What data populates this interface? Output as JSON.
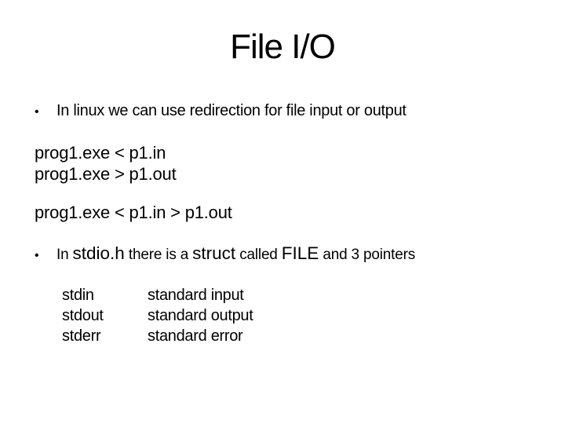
{
  "slide": {
    "title": "File I/O",
    "bullet_char": "•",
    "bullet1": {
      "text": "In linux we can use redirection for file input or output"
    },
    "redirection_examples": {
      "line1": "prog1.exe < p1.in",
      "line2": "prog1.exe > p1.out",
      "line3": "prog1.exe < p1.in > p1.out"
    },
    "bullet2": {
      "segments": [
        {
          "text": "In ",
          "style": "body"
        },
        {
          "text": "stdio.h",
          "style": "code"
        },
        {
          "text": " there is a ",
          "style": "body"
        },
        {
          "text": "struct",
          "style": "code"
        },
        {
          "text": " called ",
          "style": "body"
        },
        {
          "text": "FILE",
          "style": "code"
        },
        {
          "text": " and 3 pointers",
          "style": "body"
        }
      ]
    },
    "streams_table": {
      "rows": [
        {
          "name": "stdin",
          "description": "standard input"
        },
        {
          "name": "stdout",
          "description": "standard output"
        },
        {
          "name": "stderr",
          "description": "standard error"
        }
      ]
    },
    "colors": {
      "background": "#ffffff",
      "text": "#000000"
    }
  }
}
